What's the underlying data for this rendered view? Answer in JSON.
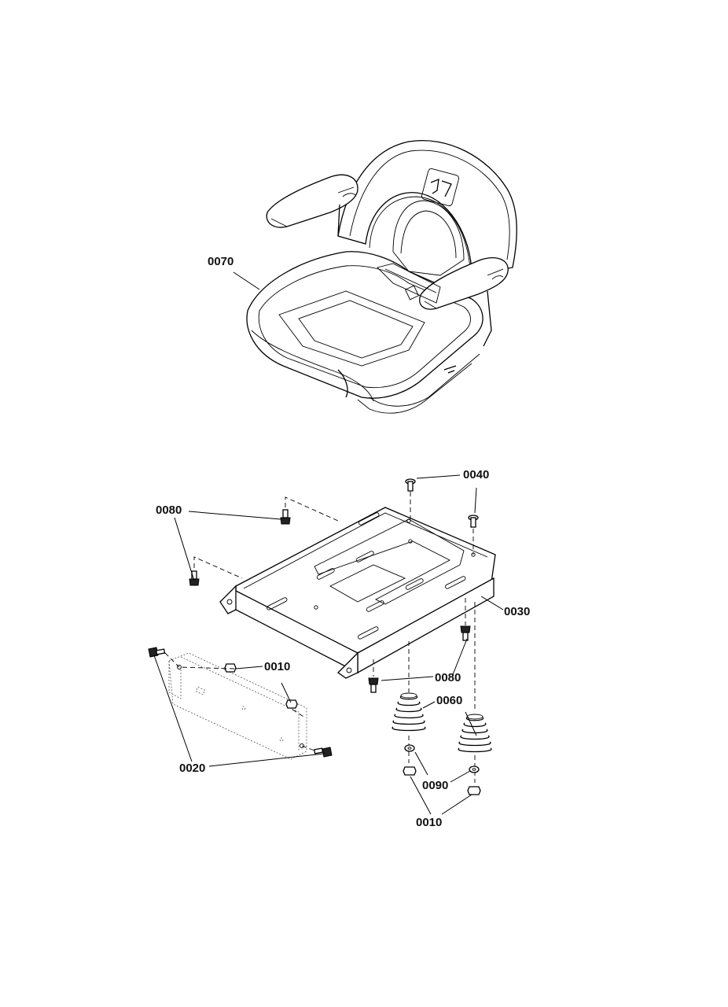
{
  "callouts": {
    "c0070": "0070",
    "c0040": "0040",
    "c0080_top": "0080",
    "c0030": "0030",
    "c0010_bracket": "0010",
    "c0080_bottom": "0080",
    "c0060": "0060",
    "c0020": "0020",
    "c0090": "0090",
    "c0010_bottom": "0010"
  },
  "colors": {
    "line": "#000000",
    "background": "#ffffff"
  },
  "icons": {
    "seat_logo": "cub-cadet-logo-icon"
  }
}
